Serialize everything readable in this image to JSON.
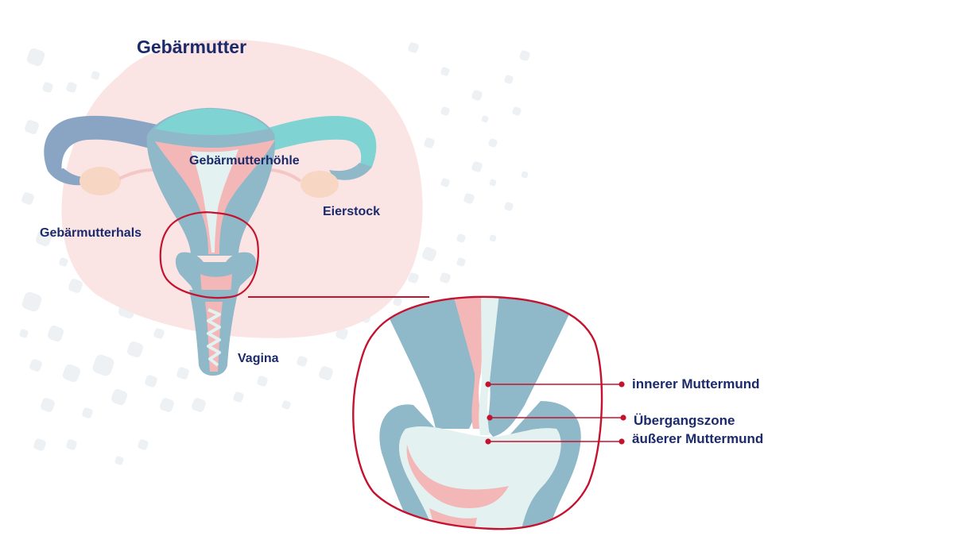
{
  "diagram": {
    "title": "Gebärmutter",
    "overview_labels": {
      "cavity": "Gebärmutterhöhle",
      "ovary": "Eierstock",
      "cervix": "Gebärmutterhals",
      "vagina": "Vagina"
    },
    "detail_labels": {
      "inner_os": "innerer Muttermund",
      "transition_zone": "Übergangszone",
      "outer_os": "äußerer Muttermund"
    }
  },
  "colors": {
    "label_text": "#1b2a6b",
    "highlight_ring": "#c4122f",
    "background_blob": "#fbe4e4",
    "tissue_blue": "#8fb8c9",
    "tissue_pink": "#f4b7b7",
    "tissue_light": "#e3f1f1",
    "fallopian_teal": "#7fd3d3",
    "ovary": "#f7d6c4",
    "dots": "#eef1f4"
  }
}
